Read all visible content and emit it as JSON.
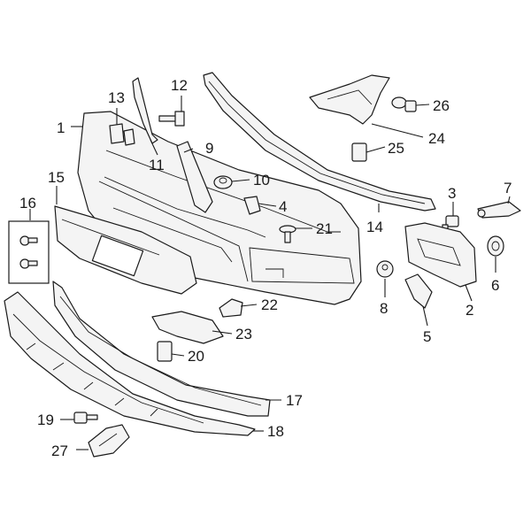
{
  "diagram": {
    "title": "Front Bumper Components",
    "callouts": [
      {
        "id": "1",
        "text": "1"
      },
      {
        "id": "2",
        "text": "2"
      },
      {
        "id": "3",
        "text": "3"
      },
      {
        "id": "4",
        "text": "4"
      },
      {
        "id": "5",
        "text": "5"
      },
      {
        "id": "6",
        "text": "6"
      },
      {
        "id": "7",
        "text": "7"
      },
      {
        "id": "8",
        "text": "8"
      },
      {
        "id": "9",
        "text": "9"
      },
      {
        "id": "10",
        "text": "10"
      },
      {
        "id": "11",
        "text": "11"
      },
      {
        "id": "12",
        "text": "12"
      },
      {
        "id": "13",
        "text": "13"
      },
      {
        "id": "14",
        "text": "14"
      },
      {
        "id": "15",
        "text": "15"
      },
      {
        "id": "16",
        "text": "16"
      },
      {
        "id": "17",
        "text": "17"
      },
      {
        "id": "18",
        "text": "18"
      },
      {
        "id": "19",
        "text": "19"
      },
      {
        "id": "20",
        "text": "20"
      },
      {
        "id": "21",
        "text": "21"
      },
      {
        "id": "22",
        "text": "22"
      },
      {
        "id": "23",
        "text": "23"
      },
      {
        "id": "24",
        "text": "24"
      },
      {
        "id": "25",
        "text": "25"
      },
      {
        "id": "26",
        "text": "26"
      },
      {
        "id": "27",
        "text": "27"
      }
    ]
  }
}
